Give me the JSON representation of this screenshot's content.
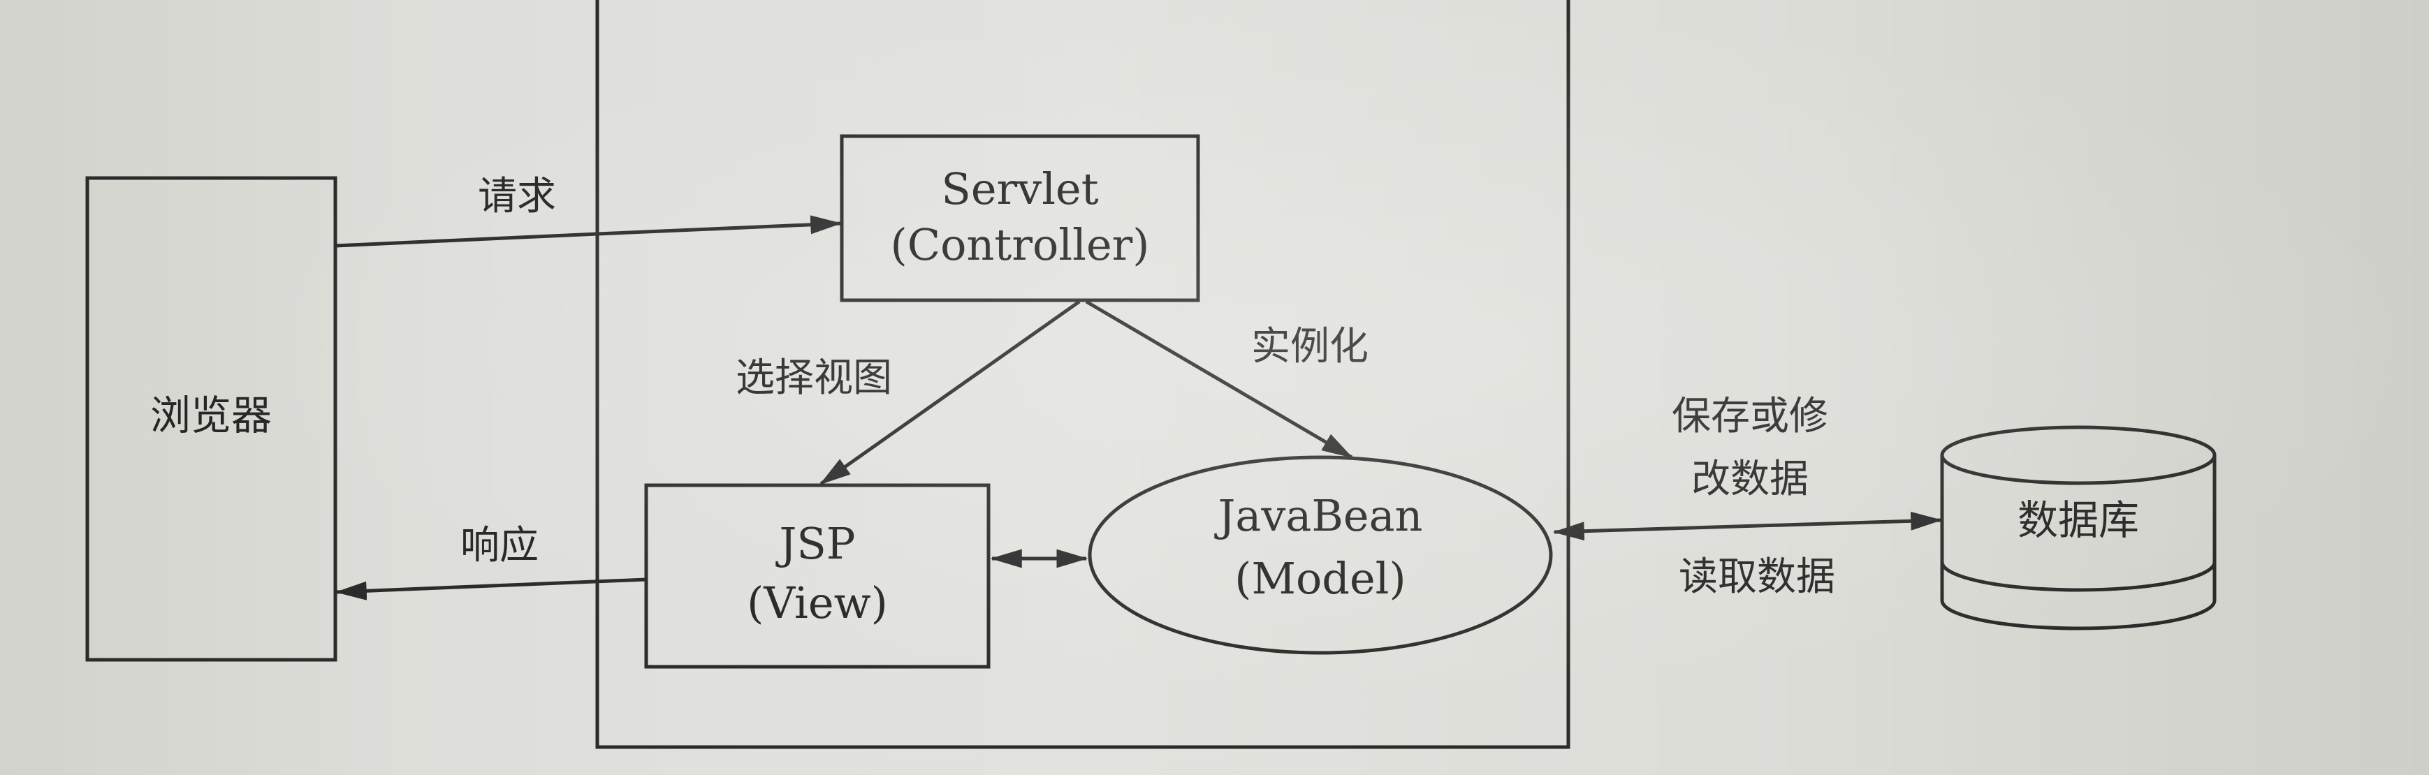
{
  "nodes": {
    "browser": {
      "label": "浏览器"
    },
    "servlet": {
      "line1": "Servlet",
      "line2": "(Controller)"
    },
    "jsp": {
      "line1": "JSP",
      "line2": "(View)"
    },
    "javabean": {
      "line1": "JavaBean",
      "line2": "(Model)"
    },
    "database": {
      "label": "数据库"
    }
  },
  "edges": {
    "request": "请求",
    "response": "响应",
    "select_view": "选择视图",
    "instantiate": "实例化",
    "save_line1": "保存或修",
    "save_line2": "改数据",
    "read": "读取数据"
  }
}
